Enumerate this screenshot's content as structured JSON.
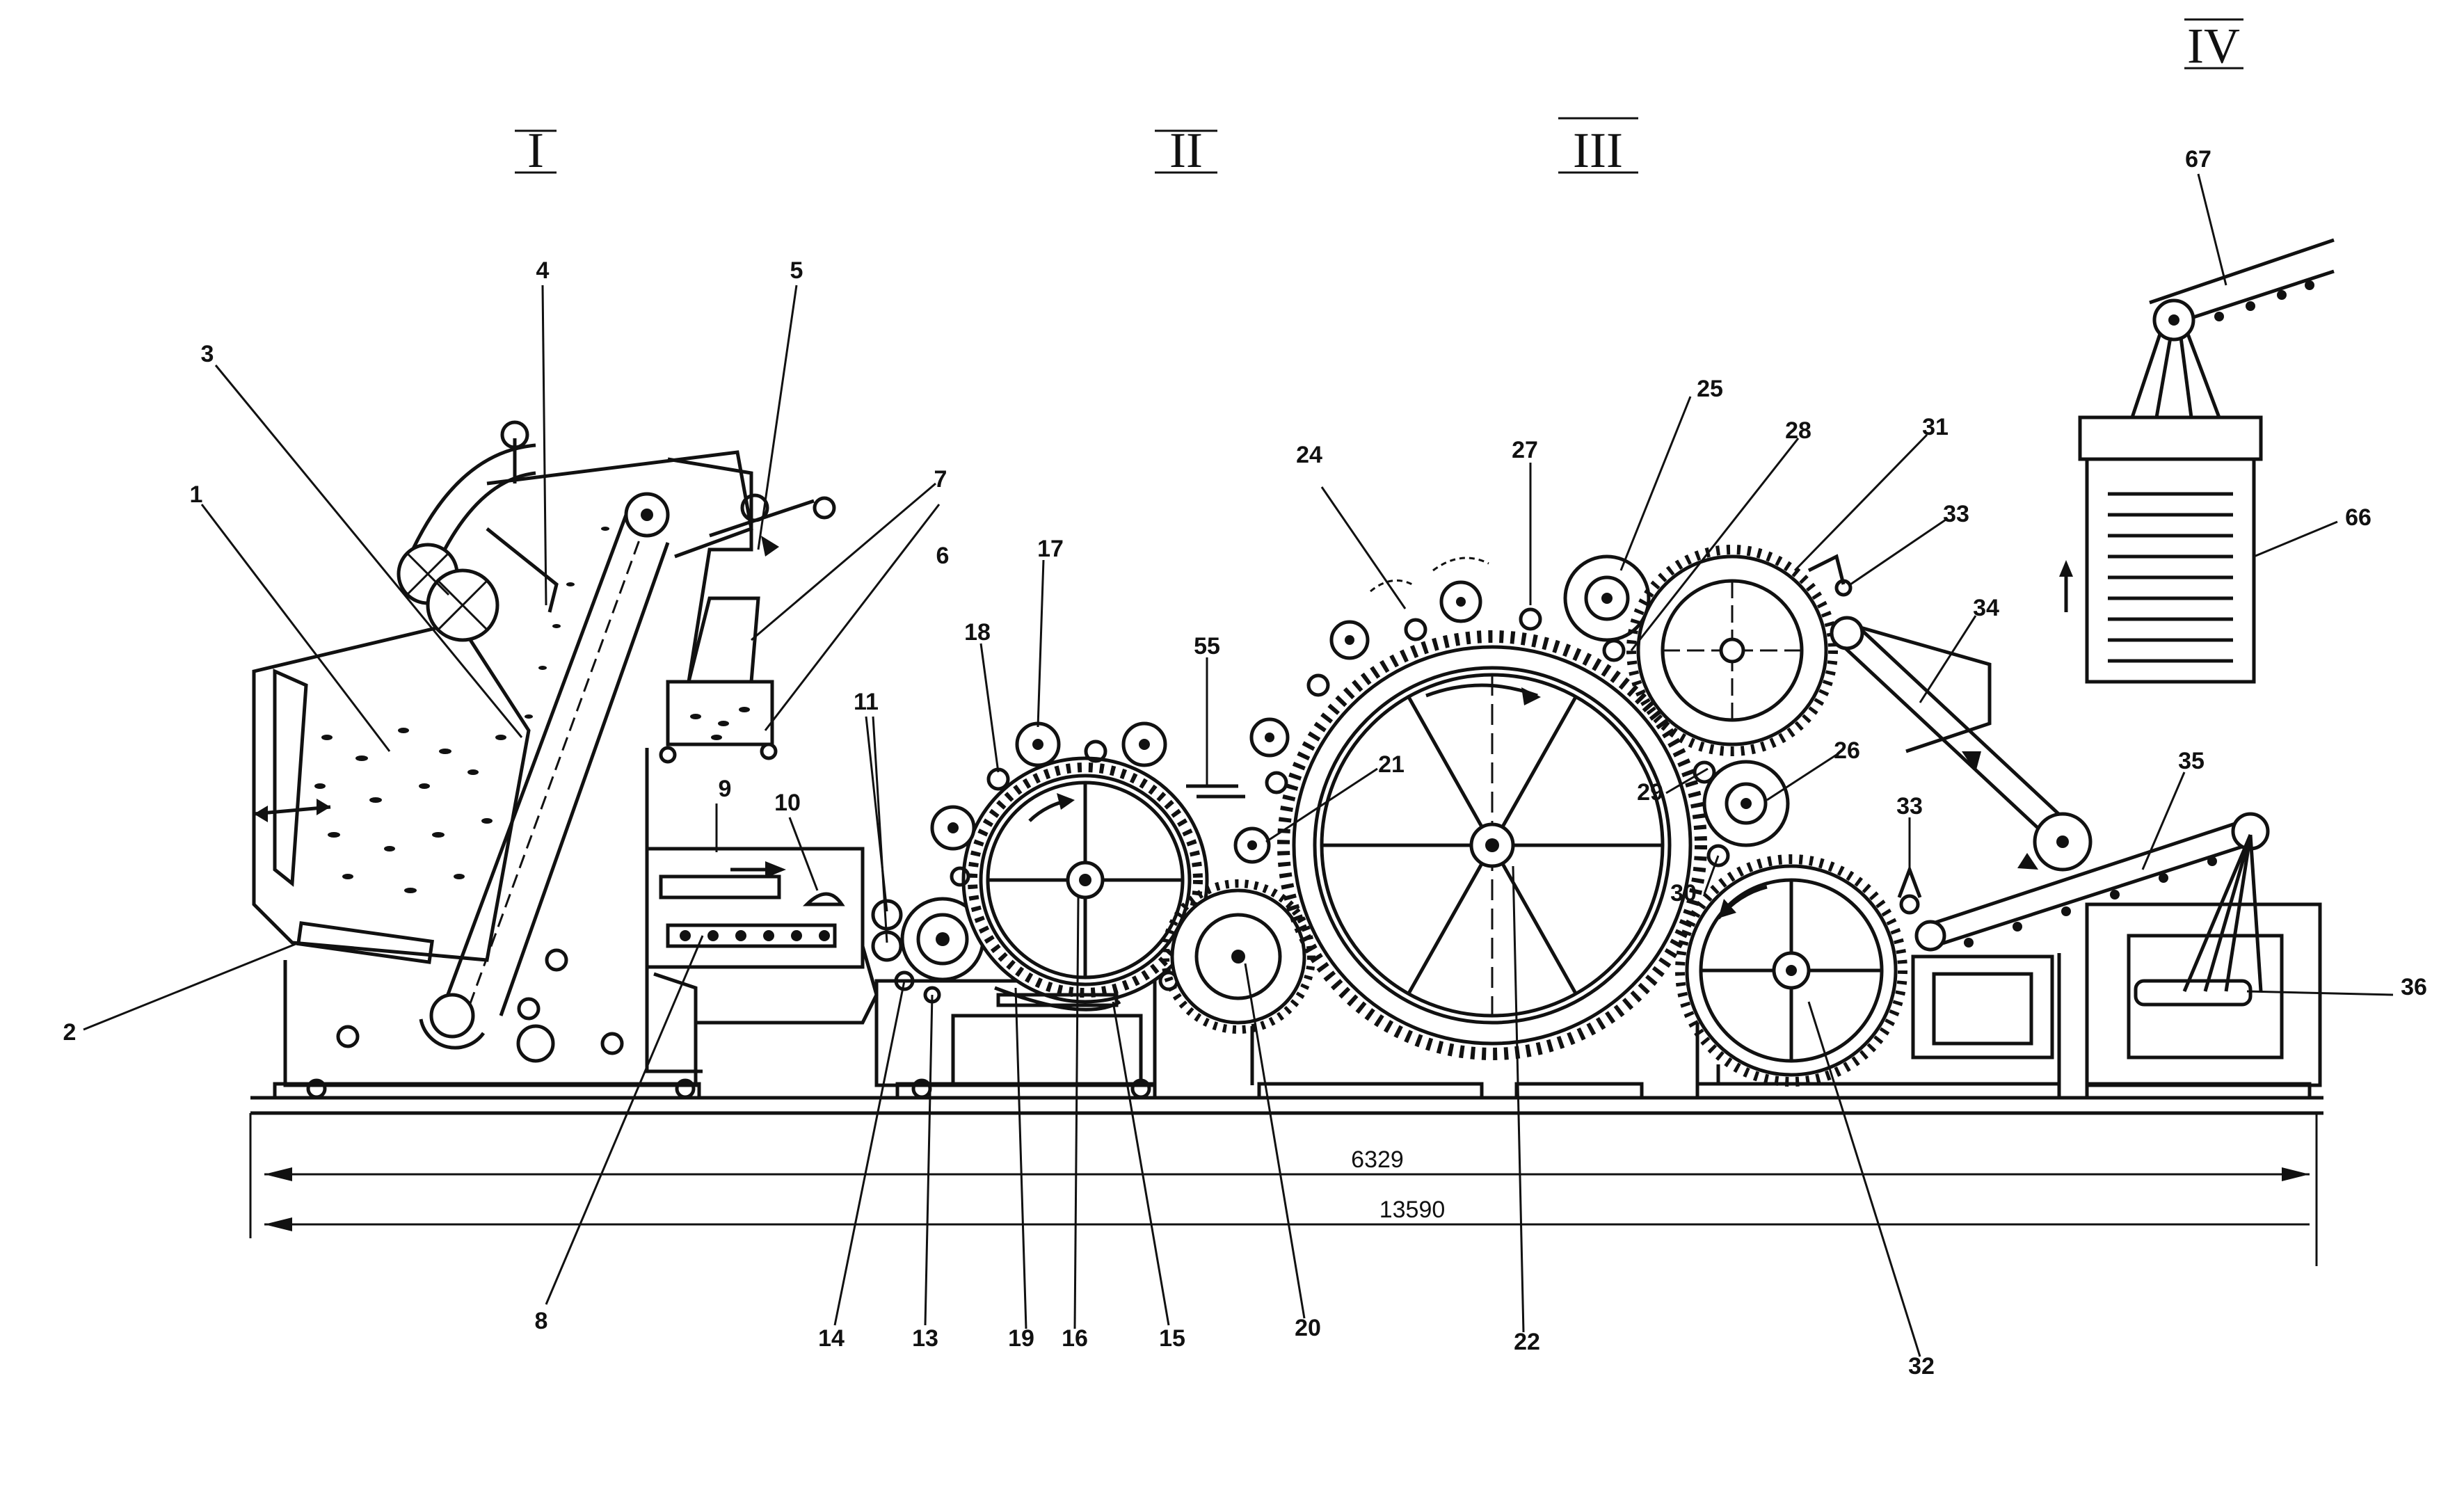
{
  "sections": [
    {
      "id": "I",
      "text": "I"
    },
    {
      "id": "II",
      "text": "II"
    },
    {
      "id": "III",
      "text": "III"
    },
    {
      "id": "IV",
      "text": "IV"
    }
  ],
  "labels": {
    "l1": "1",
    "l2": "2",
    "l3": "3",
    "l4": "4",
    "l5": "5",
    "l6": "6",
    "l7": "7",
    "l8": "8",
    "l9": "9",
    "l10": "10",
    "l11": "11",
    "l13": "13",
    "l14": "14",
    "l15": "15",
    "l16": "16",
    "l17": "17",
    "l18": "18",
    "l19": "19",
    "l20": "20",
    "l21": "21",
    "l22": "22",
    "l24": "24",
    "l25": "25",
    "l26": "26",
    "l27": "27",
    "l28": "28",
    "l29": "29",
    "l30": "30",
    "l31": "31",
    "l32": "32",
    "l33a": "33",
    "l33b": "33",
    "l34": "34",
    "l35": "35",
    "l36": "36",
    "l55": "55",
    "l66": "66",
    "l67": "67"
  },
  "dimensions": {
    "d1": "6329",
    "d2": "13590"
  }
}
